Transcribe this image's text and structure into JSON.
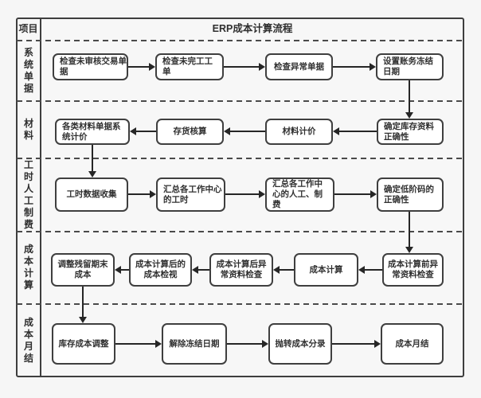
{
  "header": {
    "corner_label": "项目",
    "title": "ERP成本计算流程"
  },
  "colors": {
    "background": "#f6f6f6",
    "box_fill": "#ffffff",
    "box_border": "#3f3f3f",
    "line": "#262626",
    "text": "#303030"
  },
  "lanes": [
    {
      "label": "系统单据",
      "boxes": [
        {
          "id": "check-unapproved-transactions",
          "label": "检查未审核交易单\n据"
        },
        {
          "id": "check-unfinished-work-orders",
          "label": "检查未完工工\n单"
        },
        {
          "id": "check-abnormal-documents",
          "label": "检查异常单据"
        },
        {
          "id": "set-account-freeze-date",
          "label": "设置账务冻结\n日期"
        }
      ]
    },
    {
      "label": "材料",
      "boxes": [
        {
          "id": "price-material-documents",
          "label": "各类材料单据系\n统计价"
        },
        {
          "id": "inventory-accounting",
          "label": "存货核算"
        },
        {
          "id": "material-pricing",
          "label": "材料计价"
        },
        {
          "id": "confirm-inventory-data",
          "label": "确定库存资料\n正确性"
        }
      ]
    },
    {
      "label": "工时人工制费",
      "boxes": [
        {
          "id": "collect-labor-hours",
          "label": "工时数据收集"
        },
        {
          "id": "summarize-center-hours",
          "label": "汇总各工作中心\n的工时"
        },
        {
          "id": "summarize-center-labor-overhead",
          "label": "汇总各工作中\n心的人工、制\n费"
        },
        {
          "id": "confirm-low-level-code",
          "label": "确定低阶码的\n正确性"
        }
      ]
    },
    {
      "label": "成本计算",
      "boxes": [
        {
          "id": "adjust-residual-ending-cost",
          "label": "调整残留期末\n成本"
        },
        {
          "id": "review-cost-after-calc",
          "label": "成本计算后的\n成本检视"
        },
        {
          "id": "post-calc-exception-check",
          "label": "成本计算后异\n常资料检查"
        },
        {
          "id": "cost-calculation",
          "label": "成本计算"
        },
        {
          "id": "pre-calc-exception-check",
          "label": "成本计算前异\n常资料检查"
        }
      ]
    },
    {
      "label": "成本月结",
      "boxes": [
        {
          "id": "inventory-cost-adjustment",
          "label": "库存成本调整"
        },
        {
          "id": "release-freeze-date",
          "label": "解除冻结日期"
        },
        {
          "id": "post-cost-entries",
          "label": "抛转成本分录"
        },
        {
          "id": "cost-month-end",
          "label": "成本月结"
        }
      ]
    }
  ],
  "edges": [
    {
      "from": "check-unapproved-transactions",
      "to": "check-unfinished-work-orders"
    },
    {
      "from": "check-unfinished-work-orders",
      "to": "check-abnormal-documents"
    },
    {
      "from": "check-abnormal-documents",
      "to": "set-account-freeze-date"
    },
    {
      "from": "set-account-freeze-date",
      "to": "confirm-inventory-data"
    },
    {
      "from": "confirm-inventory-data",
      "to": "material-pricing"
    },
    {
      "from": "material-pricing",
      "to": "inventory-accounting"
    },
    {
      "from": "inventory-accounting",
      "to": "price-material-documents"
    },
    {
      "from": "price-material-documents",
      "to": "collect-labor-hours"
    },
    {
      "from": "collect-labor-hours",
      "to": "summarize-center-hours"
    },
    {
      "from": "summarize-center-hours",
      "to": "summarize-center-labor-overhead"
    },
    {
      "from": "summarize-center-labor-overhead",
      "to": "confirm-low-level-code"
    },
    {
      "from": "confirm-low-level-code",
      "to": "pre-calc-exception-check"
    },
    {
      "from": "pre-calc-exception-check",
      "to": "cost-calculation"
    },
    {
      "from": "cost-calculation",
      "to": "post-calc-exception-check"
    },
    {
      "from": "post-calc-exception-check",
      "to": "review-cost-after-calc"
    },
    {
      "from": "review-cost-after-calc",
      "to": "adjust-residual-ending-cost"
    },
    {
      "from": "adjust-residual-ending-cost",
      "to": "inventory-cost-adjustment"
    },
    {
      "from": "inventory-cost-adjustment",
      "to": "release-freeze-date"
    },
    {
      "from": "release-freeze-date",
      "to": "post-cost-entries"
    },
    {
      "from": "post-cost-entries",
      "to": "cost-month-end"
    }
  ]
}
